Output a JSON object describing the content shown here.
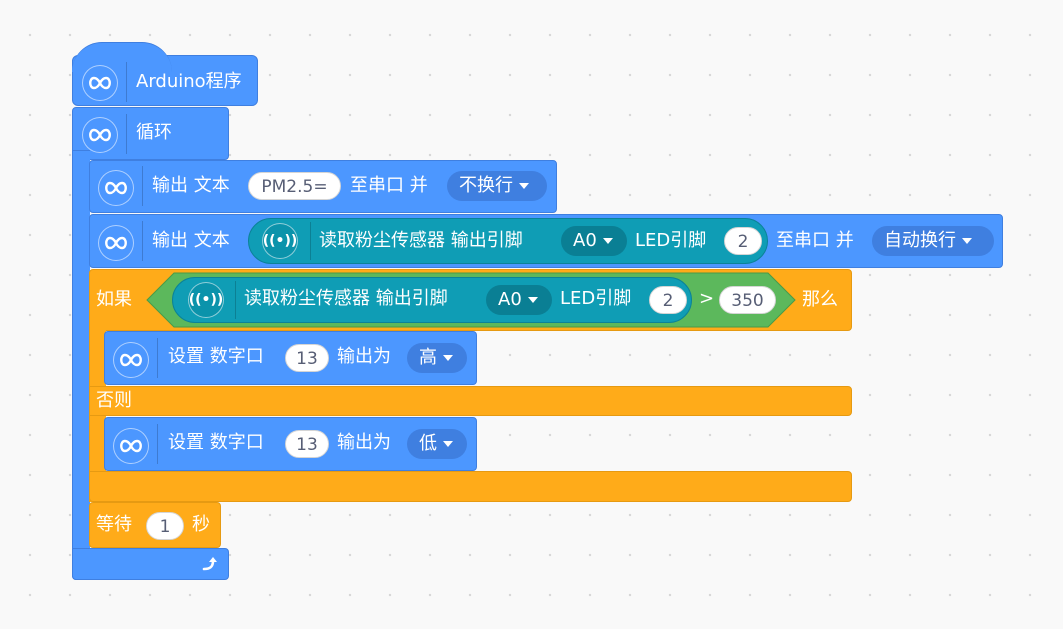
{
  "blocks": {
    "program_label": "Arduino程序",
    "loop_label": "循环",
    "print1": {
      "prefix": "输出 文本",
      "value": "PM2.5=",
      "mid": "至串口 并",
      "mode": "不换行"
    },
    "print2": {
      "prefix": "输出 文本",
      "sensor": {
        "label": "读取粉尘传感器 输出引脚",
        "pin": "A0",
        "led_label": "LED引脚",
        "led": "2"
      },
      "mid": "至串口 并",
      "mode": "自动换行"
    },
    "if_block": {
      "if_label": "如果",
      "sensor": {
        "label": "读取粉尘传感器 输出引脚",
        "pin": "A0",
        "led_label": "LED引脚",
        "led": "2"
      },
      "op": ">",
      "threshold": "350",
      "then_label": "那么",
      "else_label": "否则"
    },
    "set_high": {
      "label": "设置 数字口",
      "pin": "13",
      "out_label": "输出为",
      "value": "高"
    },
    "set_low": {
      "label": "设置 数字口",
      "pin": "13",
      "out_label": "输出为",
      "value": "低"
    },
    "wait": {
      "label": "等待",
      "value": "1",
      "unit": "秒"
    }
  },
  "icons": {
    "arduino": "infinity-icon",
    "sensor": "radio-wave-icon",
    "loop_end": "loop-arrow-icon"
  },
  "colors": {
    "control": "#ffab19",
    "arduino": "#4c97ff",
    "sensor": "#0f9db5",
    "operator": "#5cb85c"
  }
}
